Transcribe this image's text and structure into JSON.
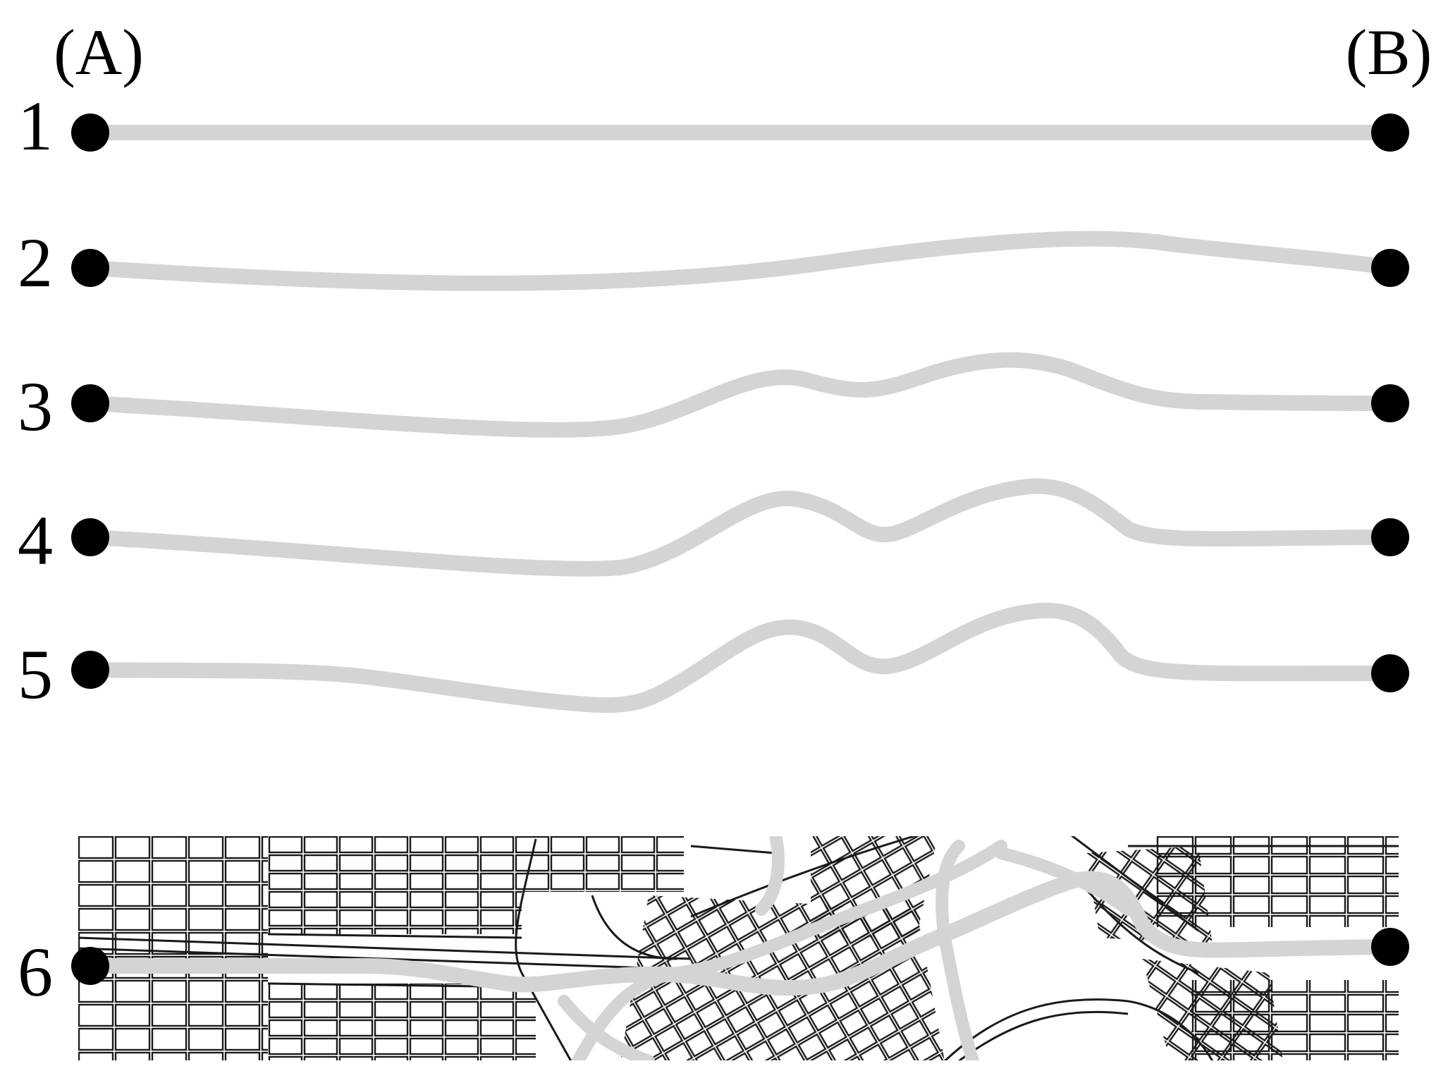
{
  "endpoints": {
    "left": "(A)",
    "right": "(B)"
  },
  "routes": [
    {
      "number": "1"
    },
    {
      "number": "2"
    },
    {
      "number": "3"
    },
    {
      "number": "4"
    },
    {
      "number": "5"
    },
    {
      "number": "6"
    }
  ],
  "colors": {
    "route": "#d4d4d4",
    "node": "#000000",
    "street": "#1a1a1a",
    "background": "#ffffff"
  }
}
